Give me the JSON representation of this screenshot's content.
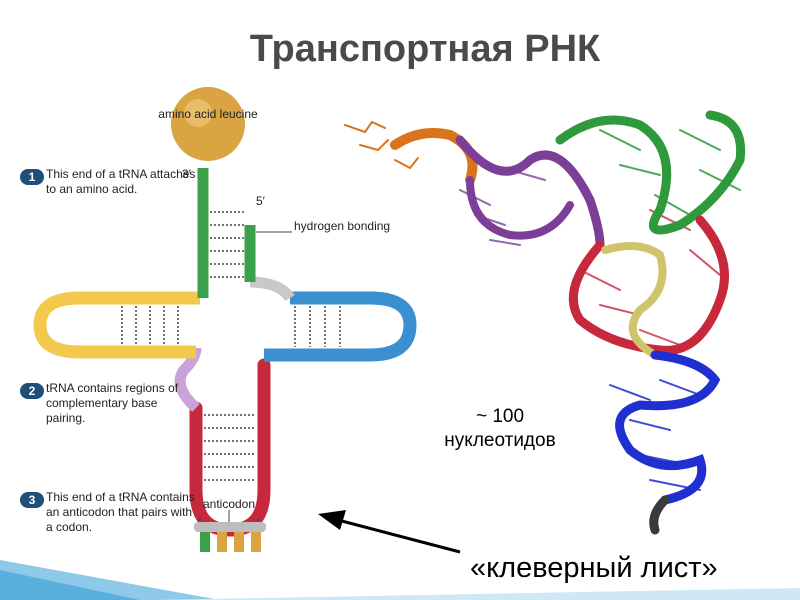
{
  "title": "Транспортная РНК",
  "diagram": {
    "amino_acid_label": "amino acid leucine",
    "label_3prime": "3′",
    "label_5prime": "5′",
    "hydrogen_bonding_label": "hydrogen bonding",
    "anticodon_label": "anticodon"
  },
  "steps": [
    {
      "number": "1",
      "text": "This end of a tRNA attaches to an amino acid."
    },
    {
      "number": "2",
      "text": "tRNA contains regions of complementary base pairing."
    },
    {
      "number": "3",
      "text": "This end of a tRNA contains an anticodon that pairs with a codon."
    }
  ],
  "nucleotides_label": "~ 100 нуклеотидов",
  "cloverleaf_label": "«клеверный лист»",
  "colors": {
    "acceptor": "#3aa14a",
    "d_arm": "#f2c94c",
    "t_arm": "#3a8fd0",
    "anticodon_arm": "#c8283c",
    "variable_loop": "#c9a3d8",
    "amino_acid": "#d9a441",
    "helix_purple": "#7b3f98",
    "helix_blue": "#1f2fd0",
    "helix_yellow": "#cfc46a",
    "helix_orange": "#d9741b",
    "helix_gray": "#3a3a3a"
  }
}
